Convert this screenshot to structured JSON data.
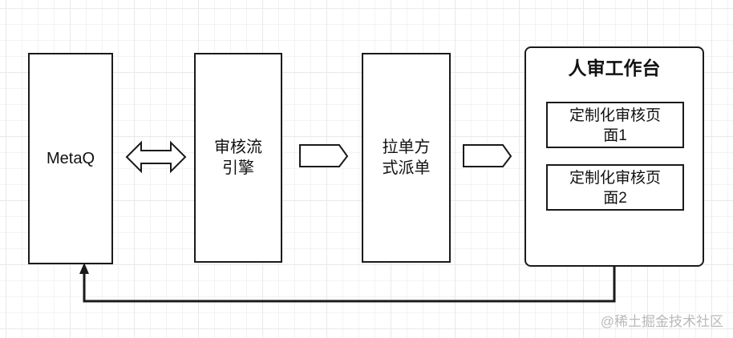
{
  "nodes": {
    "metaq": {
      "label": "MetaQ"
    },
    "review_engine": {
      "label_line1": "审核流",
      "label_line2": "引擎"
    },
    "dispatch": {
      "label_line1": "拉单方",
      "label_line2": "式派单"
    },
    "workbench": {
      "title": "人审工作台",
      "pages": [
        {
          "line1": "定制化审核页",
          "line2": "面1"
        },
        {
          "line1": "定制化审核页",
          "line2": "面2"
        }
      ]
    }
  },
  "watermark": "@稀土掘金技术社区",
  "colors": {
    "stroke": "#1a1a1a",
    "background": "#ffffff",
    "grid": "#e9e9e9",
    "watermark": "#b9b9b9"
  }
}
